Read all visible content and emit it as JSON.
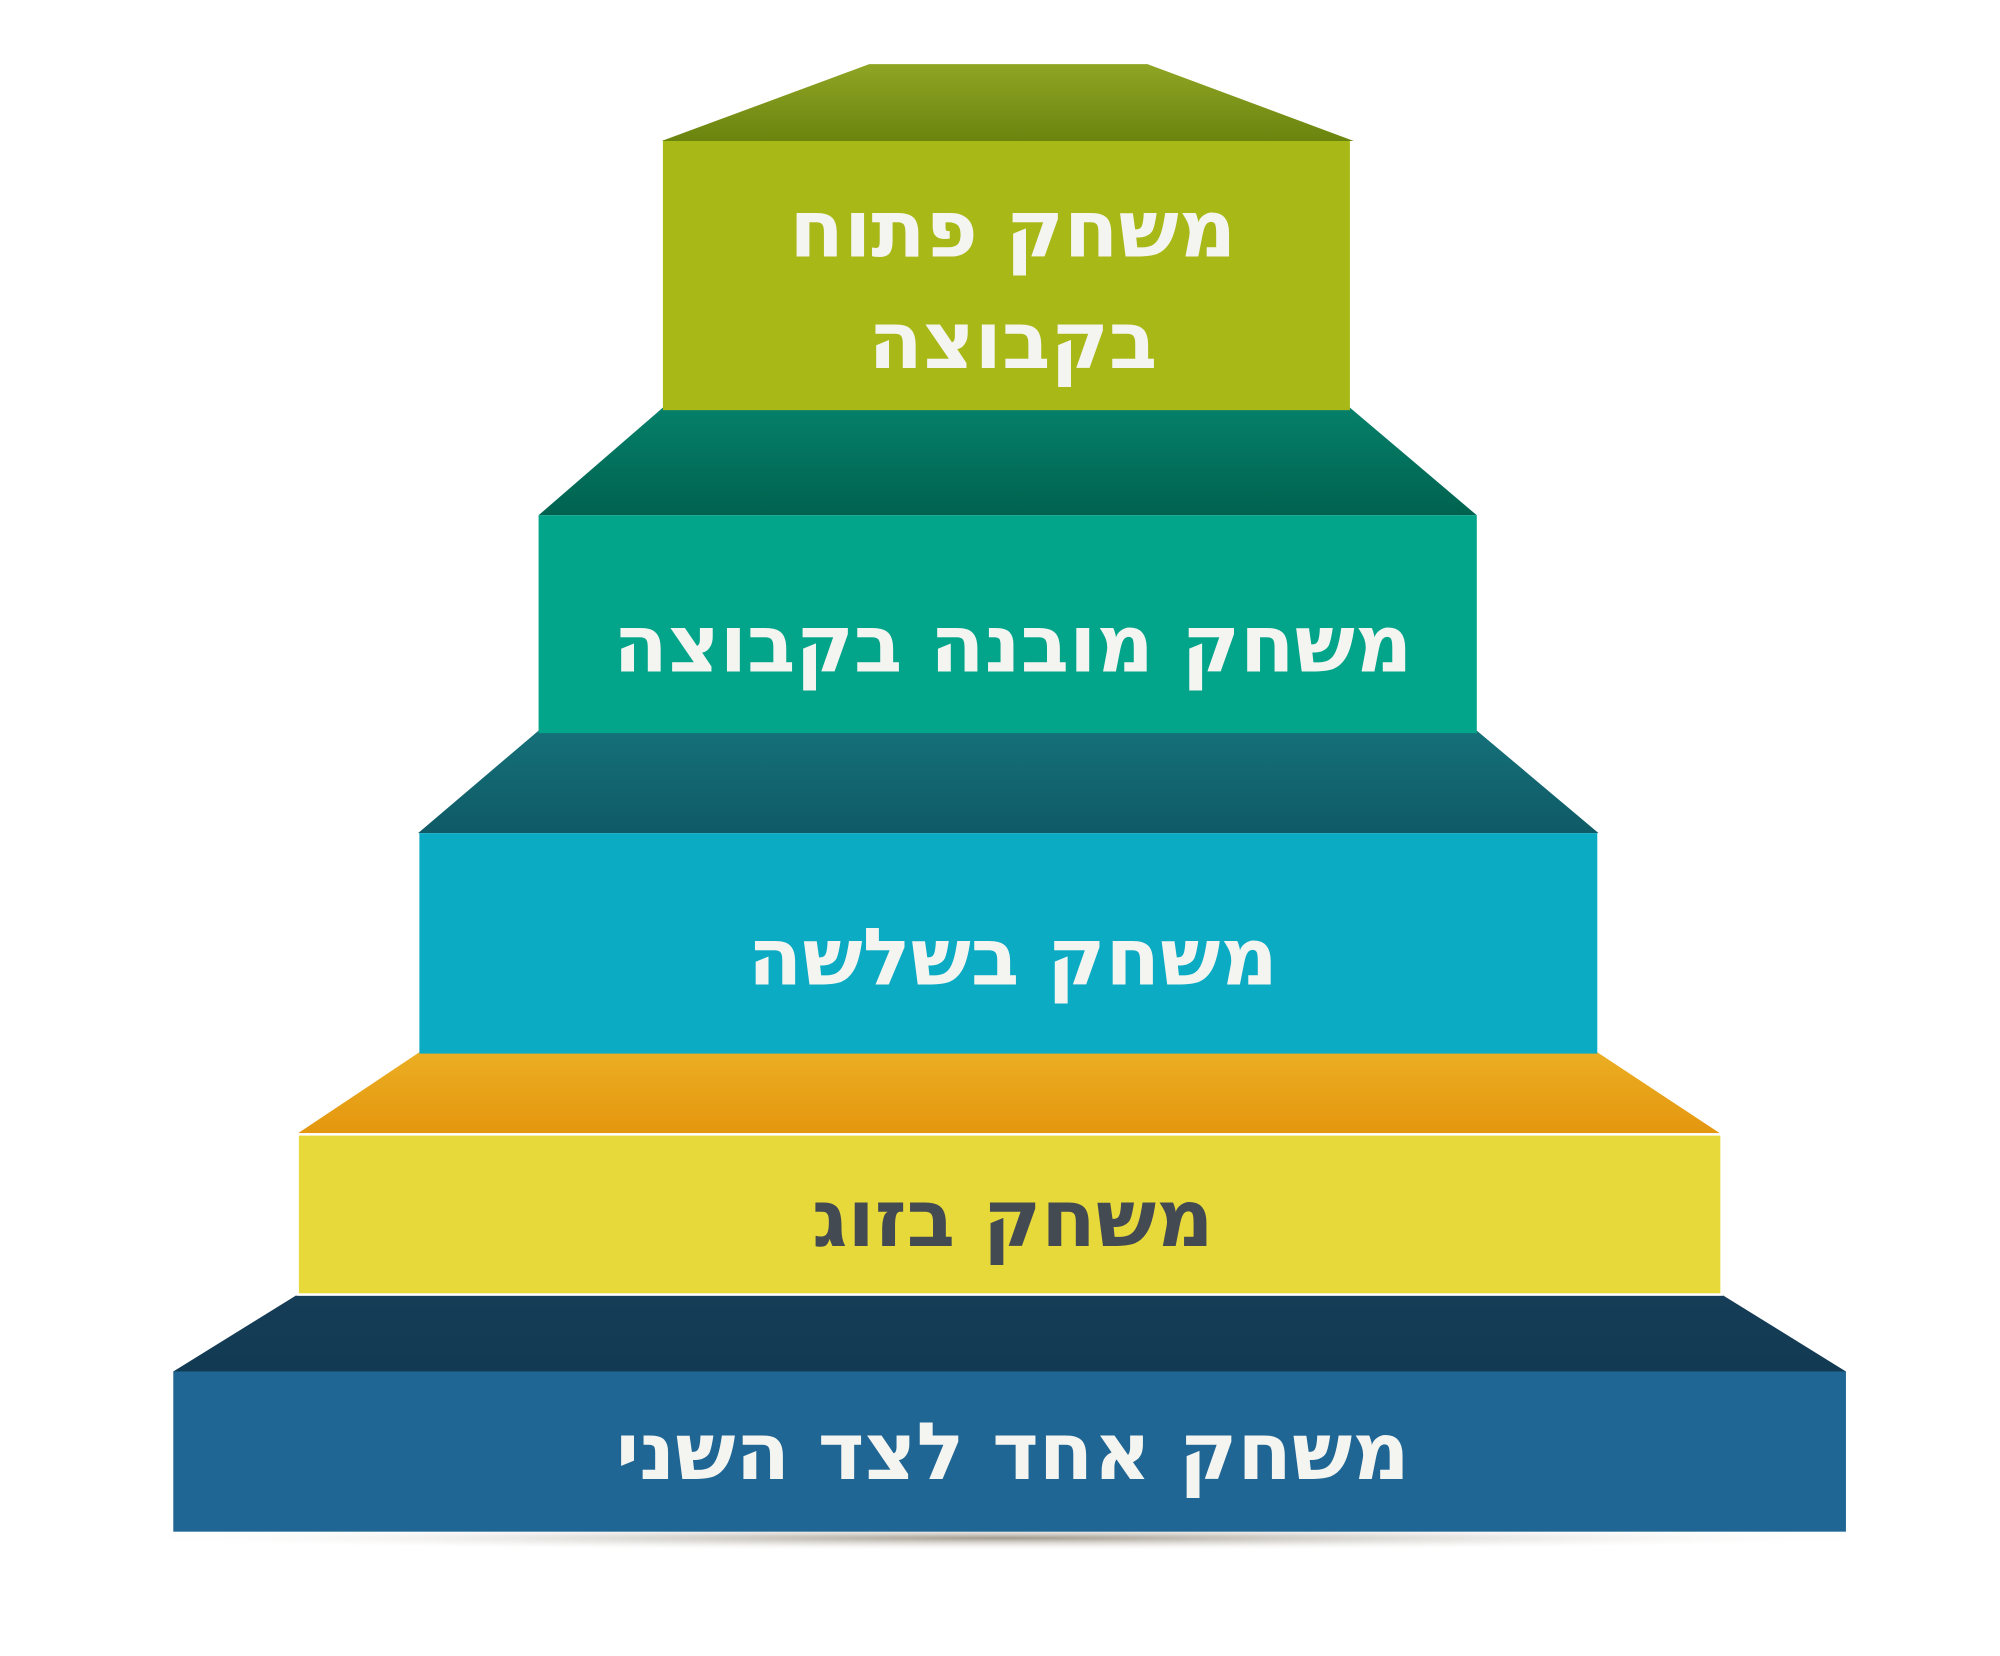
{
  "title": "Staircase of play stages",
  "steps": [
    {
      "lines": [
        "משחק פתוח",
        "בקבוצה"
      ],
      "face": "#a8b816",
      "top": "#7a9214",
      "text_color": "#f4f4f0"
    },
    {
      "lines": [
        "משחק מובנה בקבוצה"
      ],
      "face": "#03a58a",
      "top": "#006b5a",
      "text_color": "#f4f4f0"
    },
    {
      "lines": [
        "משחק בשלשה"
      ],
      "face": "#0aabc3",
      "top": "#11606c",
      "text_color": "#f4f4f0"
    },
    {
      "lines": [
        "משחק בזוג"
      ],
      "face": "#e8d93a",
      "top": "#e59a14",
      "text_color": "#434a52"
    },
    {
      "lines": [
        "משחק אחד לצד השני"
      ],
      "face": "#1f6694",
      "top": "#153d56",
      "text_color": "#f4f4f0"
    }
  ]
}
